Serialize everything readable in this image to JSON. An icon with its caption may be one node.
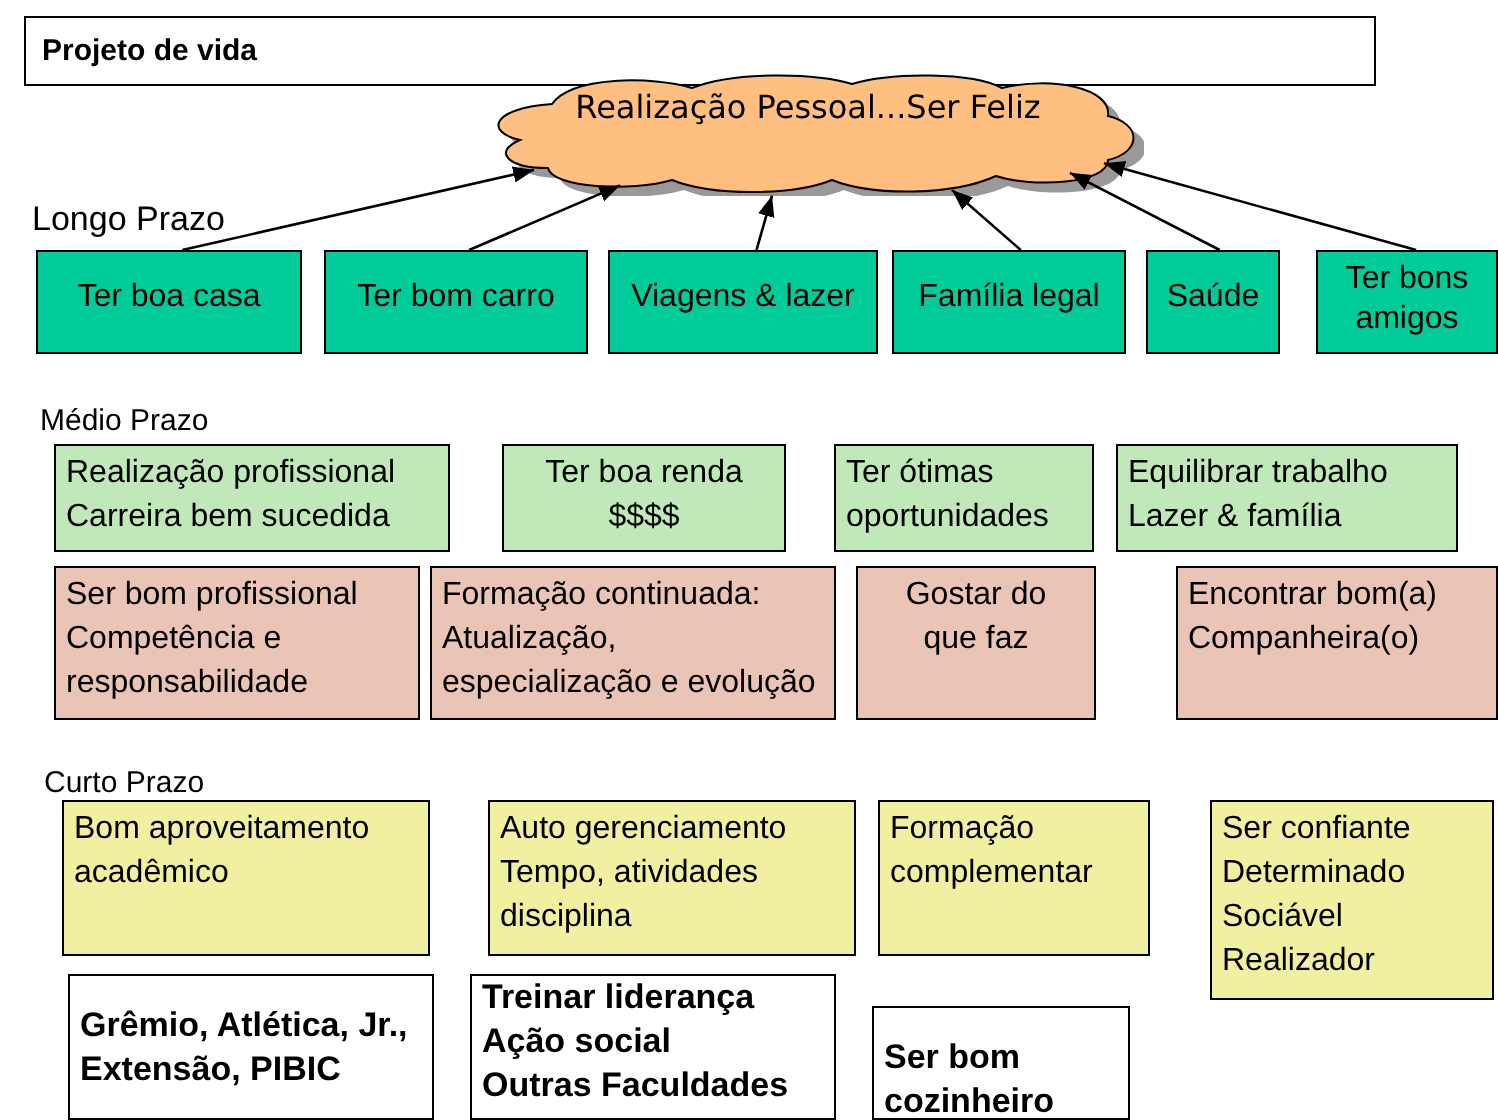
{
  "diagram": {
    "title": "Projeto de vida",
    "nodes": [
      {
        "text": [
          "Realização Pessoal...Ser Feliz"
        ]
      },
      {
        "text": [
          "Ter boa casa"
        ]
      },
      {
        "text": [
          "Ter bom carro"
        ]
      },
      {
        "text": [
          "Viagens & lazer"
        ]
      },
      {
        "text": [
          "Família legal"
        ]
      },
      {
        "text": [
          "Saúde"
        ]
      },
      {
        "text": [
          "Ter bons amigos"
        ]
      },
      {
        "text": [
          "Realização profissional",
          "Carreira bem sucedida"
        ]
      },
      {
        "text": [
          "Ter boa renda",
          "$$$$"
        ]
      },
      {
        "text": [
          "Ter ótimas oportunidades"
        ]
      },
      {
        "text": [
          "Equilibrar trabalho",
          "Lazer & família"
        ]
      },
      {
        "text": [
          "Ser bom profissional",
          "Competência e responsabilidade"
        ]
      },
      {
        "text": [
          "Formação continuada:",
          "Atualização, especialização e evolução"
        ]
      },
      {
        "text": [
          "Gostar do que faz"
        ]
      },
      {
        "text": [
          "Encontrar bom(a) Companheira(o)"
        ]
      },
      {
        "text": [
          "Bom aproveitamento acadêmico"
        ]
      },
      {
        "text": [
          "Auto gerenciamento",
          "Tempo, atividades disciplina"
        ]
      },
      {
        "text": [
          "Formação complementar"
        ]
      },
      {
        "text": [
          "Ser confiante",
          "Determinado",
          "Sociável",
          "Realizador"
        ]
      },
      {
        "text": [
          "Grêmio, Atlética, Jr., Extensão, PIBIC"
        ]
      },
      {
        "text": [
          "Treinar liderança",
          "Ação social",
          "Outras Faculdades"
        ]
      },
      {
        "text": [
          "Ser bom cozinheiro"
        ]
      }
    ],
    "edges": [
      {
        "from": 1,
        "to": 0,
        "arrow": "to"
      },
      {
        "from": 2,
        "to": 0,
        "arrow": "to"
      },
      {
        "from": 3,
        "to": 0,
        "arrow": "to"
      },
      {
        "from": 4,
        "to": 0,
        "arrow": "to"
      },
      {
        "from": 5,
        "to": 0,
        "arrow": "to"
      },
      {
        "from": 6,
        "to": 0,
        "arrow": "to"
      }
    ],
    "labels": [
      "Longo Prazo",
      "Médio Prazo",
      "Curto Prazo"
    ]
  }
}
